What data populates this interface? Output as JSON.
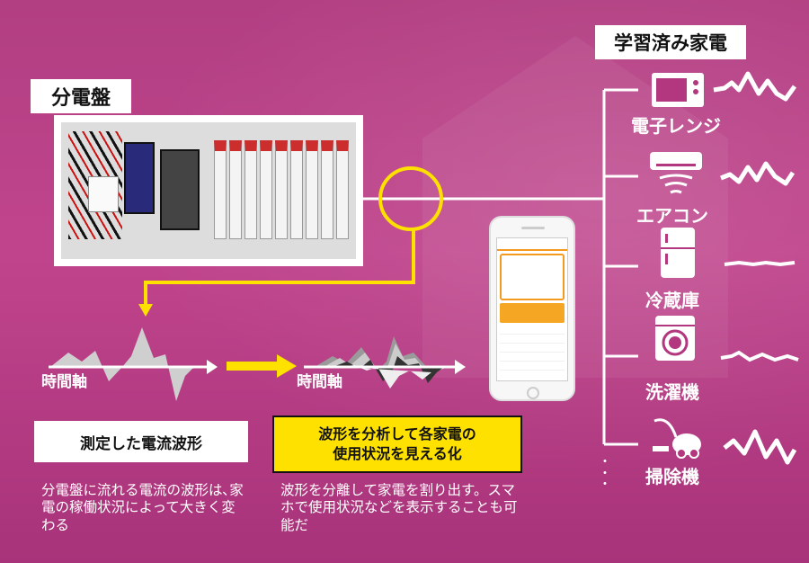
{
  "panel": {
    "title": "分電盤"
  },
  "appliances": {
    "title": "学習済み家電",
    "items": [
      {
        "label": "電子レンジ",
        "icon": "microwave-icon"
      },
      {
        "label": "エアコン",
        "icon": "air-conditioner-icon"
      },
      {
        "label": "冷蔵庫",
        "icon": "refrigerator-icon"
      },
      {
        "label": "洗濯機",
        "icon": "washing-machine-icon"
      },
      {
        "label": "掃除機",
        "icon": "vacuum-cleaner-icon"
      }
    ],
    "more": "・\n・\n・"
  },
  "waveform_left": {
    "axis_label": "時間軸"
  },
  "waveform_right": {
    "axis_label": "時間軸"
  },
  "measured": {
    "title": "測定した電流波形",
    "description": "分電盤に流れる電流の波形は､家電の稼働状況によって大きく変わる"
  },
  "analysis": {
    "title_line1": "波形を分析して各家電の",
    "title_line2": "使用状況を見える化",
    "description": "波形を分離して家電を割り出す。スマホで使用状況などを表示することも可能だ"
  },
  "colors": {
    "background": "#b3377f",
    "accent_yellow": "#ffe100",
    "line_white": "#ffffff"
  }
}
